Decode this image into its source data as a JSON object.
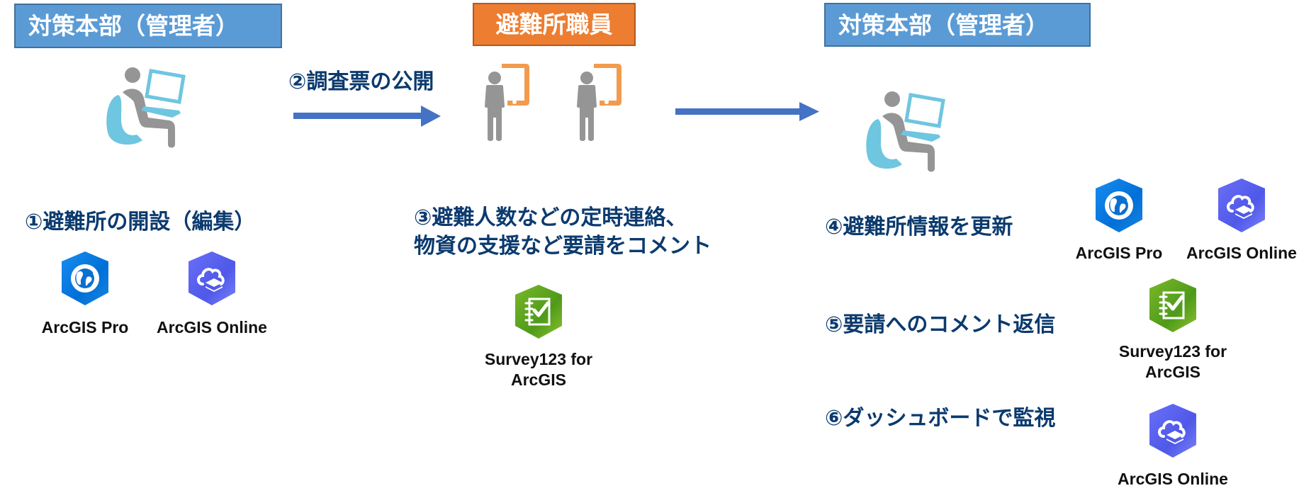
{
  "roles": {
    "hq_left": "対策本部（管理者）",
    "shelter_staff": "避難所職員",
    "hq_right": "対策本部（管理者）"
  },
  "steps": {
    "step1": "①避難所の開設（編集）",
    "step2": "②調査票の公開",
    "step3_line1": "③避難人数などの定時連絡、",
    "step3_line2": "物資の支援など要請をコメント",
    "step4": "④避難所情報を更新",
    "step5": "⑤要請へのコメント返信",
    "step6": "⑥ダッシュボードで監視"
  },
  "apps": {
    "arcgis_pro": "ArcGIS Pro",
    "arcgis_online": "ArcGIS Online",
    "survey123_line1": "Survey123 for",
    "survey123_line2": "ArcGIS"
  },
  "icons": {
    "seated_admin": "person-at-laptop-icon",
    "mobile_staff": "person-with-smartphone-icon",
    "arcgis_pro": "arcgis-pro-globe-icon",
    "arcgis_online": "arcgis-online-cloud-icon",
    "survey123": "survey123-checklist-icon",
    "flow_arrow": "right-arrow-icon"
  },
  "colors": {
    "hq_box": "#5B9BD5",
    "hq_border": "#41719C",
    "staff_box": "#ED7D31",
    "staff_border": "#AE5A21",
    "step_text": "#0B3A6E",
    "arrow": "#4472C4",
    "arcgis_pro": "#0A78DC",
    "arcgis_online": "#5B63F0",
    "survey123": "#5FA821",
    "chair_laptop": "#6EC6E0",
    "person": "#959595",
    "phone": "#F29B4D"
  }
}
